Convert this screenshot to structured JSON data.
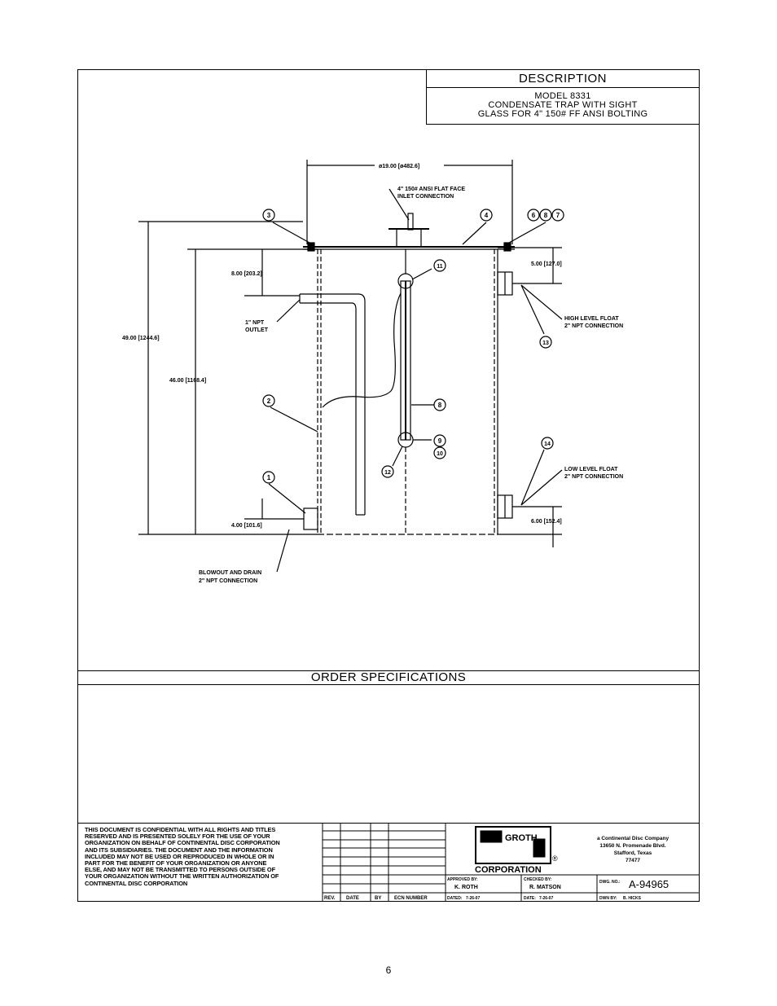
{
  "description": {
    "title": "DESCRIPTION",
    "line1": "MODEL 8331",
    "line2": "CONDENSATE TRAP WITH SIGHT",
    "line3": "GLASS FOR 4\" 150# FF ANSI BOLTING"
  },
  "drawing": {
    "width_dim": "ø19.00 [ø482.6]",
    "inlet_label_1": "4\" 150# ANSI FLAT FACE",
    "inlet_label_2": "INLET CONNECTION",
    "dim_8": "8.00 [203.2]",
    "dim_5": "5.00 [127.0]",
    "dim_49": "49.00 [1244.6]",
    "dim_46": "46.00 [1168.4]",
    "dim_4": "4.00 [101.6]",
    "dim_6": "6.00 [152.4]",
    "outlet_1": "1\" NPT",
    "outlet_2": "OUTLET",
    "high_float_1": "HIGH LEVEL FLOAT",
    "high_float_2": "2\" NPT CONNECTION",
    "low_float_1": "LOW LEVEL FLOAT",
    "low_float_2": "2\" NPT CONNECTION",
    "blowout_1": "BLOWOUT AND DRAIN",
    "blowout_2": "2\" NPT CONNECTION",
    "callouts": {
      "c1": "1",
      "c2": "2",
      "c3": "3",
      "c4": "4",
      "c6": "6",
      "c7": "7",
      "c8": "8",
      "c9": "9",
      "c10": "10",
      "c11": "11",
      "c12": "12",
      "c13": "13",
      "c14": "14"
    }
  },
  "order_specifications": {
    "title": "ORDER SPECIFICATIONS"
  },
  "title_block": {
    "notice": [
      "THIS DOCUMENT IS CONFIDENTIAL WITH ALL RIGHTS AND TITLES",
      "RESERVED AND IS PRESENTED SOLELY FOR THE USE OF YOUR",
      "ORGANIZATION ON BEHALF OF CONTINENTAL DISC CORPORATION",
      "AND ITS SUBSIDIARIES. THE DOCUMENT AND THE INFORMATION",
      "INCLUDED MAY NOT BE USED OR REPRODUCED IN WHOLE OR IN",
      "PART FOR THE BENEFIT OF YOUR ORGANIZATION OR ANYONE",
      "ELSE, AND MAY NOT BE TRANSMITTED TO PERSONS OUTSIDE OF",
      "YOUR ORGANIZATION WITHOUT THE WRITTEN AUTHORIZATION OF",
      "CONTINENTAL DISC CORPORATION"
    ],
    "rev_headers": [
      "REV.",
      "DATE",
      "BY",
      "ECN NUMBER"
    ],
    "logo_text": "GROTH",
    "logo_corp": "CORPORATION",
    "registered": "®",
    "company_1": "a Continental Disc Company",
    "company_2": "13650 N. Promenade Blvd.",
    "company_3": "Stafford, Texas",
    "company_4": "77477",
    "approved_label": "APPROVED BY:",
    "approved_by": "K. ROTH",
    "checked_label": "CHECKED BY:",
    "checked_by": "R. MATSON",
    "dwg_no_label": "DWG. NO.:",
    "dwg_no": "A-94965",
    "dated_label": "DATED:",
    "dated_value": "7-26-07",
    "date_label": "DATE:",
    "date_value": "7-26-07",
    "drawn_label": "DWN BY:",
    "drawn_value": "B. HICKS"
  },
  "page_number": "6"
}
